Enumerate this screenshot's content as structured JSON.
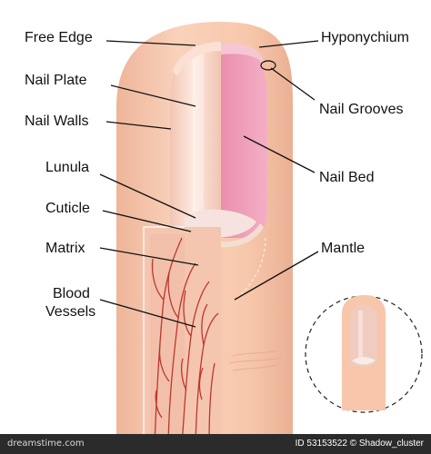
{
  "labels": {
    "free_edge": "Free Edge",
    "nail_plate": "Nail Plate",
    "nail_walls": "Nail Walls",
    "lunula": "Lunula",
    "cuticle": "Cuticle",
    "matrix": "Matrix",
    "blood_vessels_line1": "Blood",
    "blood_vessels_line2": "Vessels",
    "hyponychium": "Hyponychium",
    "nail_grooves": "Nail Grooves",
    "nail_bed": "Nail Bed",
    "mantle": "Mantle"
  },
  "footer": {
    "watermark": "dreamstime.com",
    "image_id": "ID 53153522 © Shadow_cluster"
  },
  "colors": {
    "skin": "#f7c9ad",
    "nail_bed": "#f0a1bb",
    "matrix": "#e8193b",
    "lunula": "#f6e3df",
    "vessels": "#c1352c",
    "footer_bg": "#2b2b2b"
  }
}
